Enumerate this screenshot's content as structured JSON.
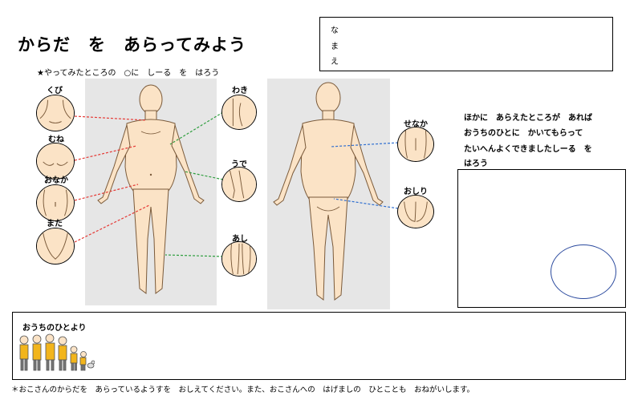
{
  "worksheet": {
    "title": "からだ　を　あらってみよう",
    "instruction": "★やってみたところの　○に　しーる　を　はろう",
    "name_label_chars": [
      "な",
      "ま",
      "え"
    ]
  },
  "front_parts": [
    {
      "id": "kubi",
      "label": "くび"
    },
    {
      "id": "mune",
      "label": "むね"
    },
    {
      "id": "onaka",
      "label": "おなか"
    },
    {
      "id": "mata",
      "label": "また"
    },
    {
      "id": "waki",
      "label": "わき"
    },
    {
      "id": "ude",
      "label": "うで"
    },
    {
      "id": "ashi",
      "label": "あし"
    }
  ],
  "back_parts": [
    {
      "id": "senaka",
      "label": "せなか"
    },
    {
      "id": "oshiri",
      "label": "おしり"
    }
  ],
  "other_places": {
    "lines": [
      "ほかに　あらえたところが　あれば",
      "おうちのひとに　かいてもらって",
      "たいへんよくできましたしーる　を",
      "はろう"
    ]
  },
  "family": {
    "label": "おうちのひとより"
  },
  "footnote": "＊おこさんのからだを　あらっているようすを　おしえてください。また、おこさんへの　はげましの　ひとことも　おねがいします。",
  "colors": {
    "front_line": "#e53935",
    "side_line": "#2e9e3e",
    "back_line": "#2f6fd0",
    "skin": "#fbe3c6",
    "panel": "#e6e6e6",
    "sticker_outline": "#2b4a9e",
    "family_yellow": "#f2b51c"
  }
}
